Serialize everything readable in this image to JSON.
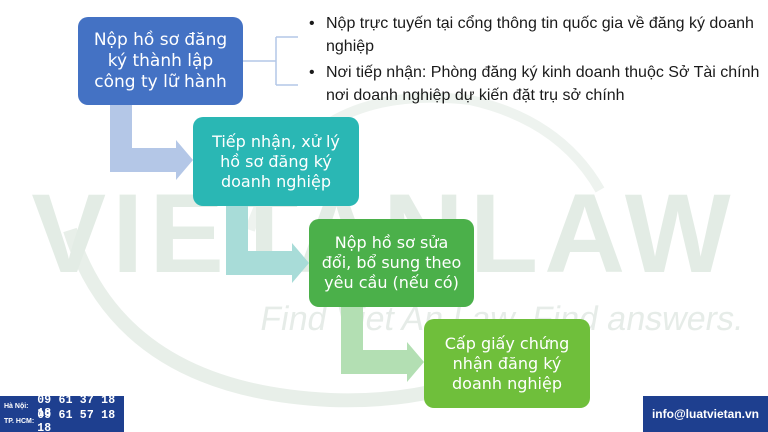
{
  "colors": {
    "step1": "#4472c4",
    "step2": "#2ab7b4",
    "step3": "#4bb04a",
    "step4": "#6fbf3b",
    "connector1": "#b4c7e7",
    "connector2": "#a8dcd8",
    "connector3": "#b3dfb3",
    "brand_panel": "#1e3f8f",
    "watermark": "#e3ece5"
  },
  "steps": [
    {
      "text": "Nộp hồ sơ đăng ký thành lập công ty lữ hành"
    },
    {
      "text": "Tiếp nhận, xử lý\nhồ sơ đăng ký\ndoanh nghiệp"
    },
    {
      "text": "Nộp hồ sơ sửa\nđổi, bổ sung theo\nyêu cầu (nếu có)"
    },
    {
      "text": "Cấp giấy chứng\nnhận đăng ký\ndoanh nghiệp"
    }
  ],
  "notes": [
    {
      "bullet": "•",
      "text": "Nộp trực tuyến tại cổng thông tin quốc gia về đăng ký doanh nghiệp"
    },
    {
      "bullet": "•",
      "text": "Nơi tiếp nhận: Phòng đăng ký kinh doanh thuộc Sở Tài chính nơi doanh nghiệp dự kiến đặt trụ sở chính"
    }
  ],
  "watermark": {
    "brand": "VIETANLAW",
    "tagline": "Find Viet An Law, Find answers."
  },
  "contact": {
    "hanoi_label": "Hà Nội:",
    "hanoi_phone": "09 61 37 18 18",
    "hcm_label": "TP. HCM:",
    "hcm_phone": "09 61 57 18 18"
  },
  "email": "info@luatvietan.vn"
}
